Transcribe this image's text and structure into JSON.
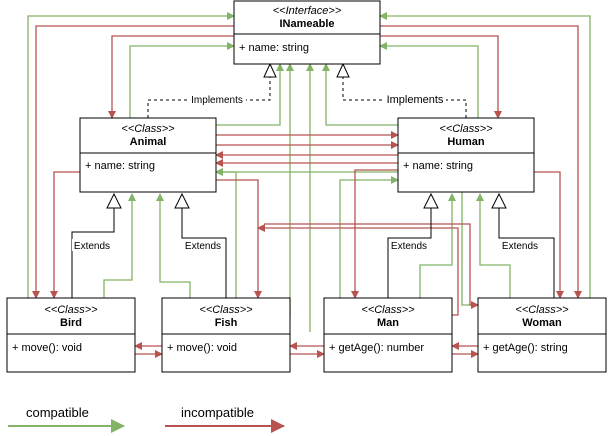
{
  "classes": {
    "inameable": {
      "stereotype": "<<Interface>>",
      "name": "INameable",
      "members": [
        "+ name: string"
      ]
    },
    "animal": {
      "stereotype": "<<Class>>",
      "name": "Animal",
      "members": [
        "+ name: string"
      ]
    },
    "human": {
      "stereotype": "<<Class>>",
      "name": "Human",
      "members": [
        "+ name: string"
      ]
    },
    "bird": {
      "stereotype": "<<Class>>",
      "name": "Bird",
      "members": [
        "+ move(): void"
      ]
    },
    "fish": {
      "stereotype": "<<Class>>",
      "name": "Fish",
      "members": [
        "+ move(): void"
      ]
    },
    "man": {
      "stereotype": "<<Class>>",
      "name": "Man",
      "members": [
        "+ getAge(): number"
      ]
    },
    "woman": {
      "stereotype": "<<Class>>",
      "name": "Woman",
      "members": [
        "+ getAge(): string"
      ]
    }
  },
  "relations": {
    "implements_label": "Implements",
    "extends_label": "Extends"
  },
  "legend": {
    "compatible": {
      "label": "compatible",
      "color": "#82b366"
    },
    "incompatible": {
      "label": "incompatible",
      "color": "#b85450"
    }
  }
}
